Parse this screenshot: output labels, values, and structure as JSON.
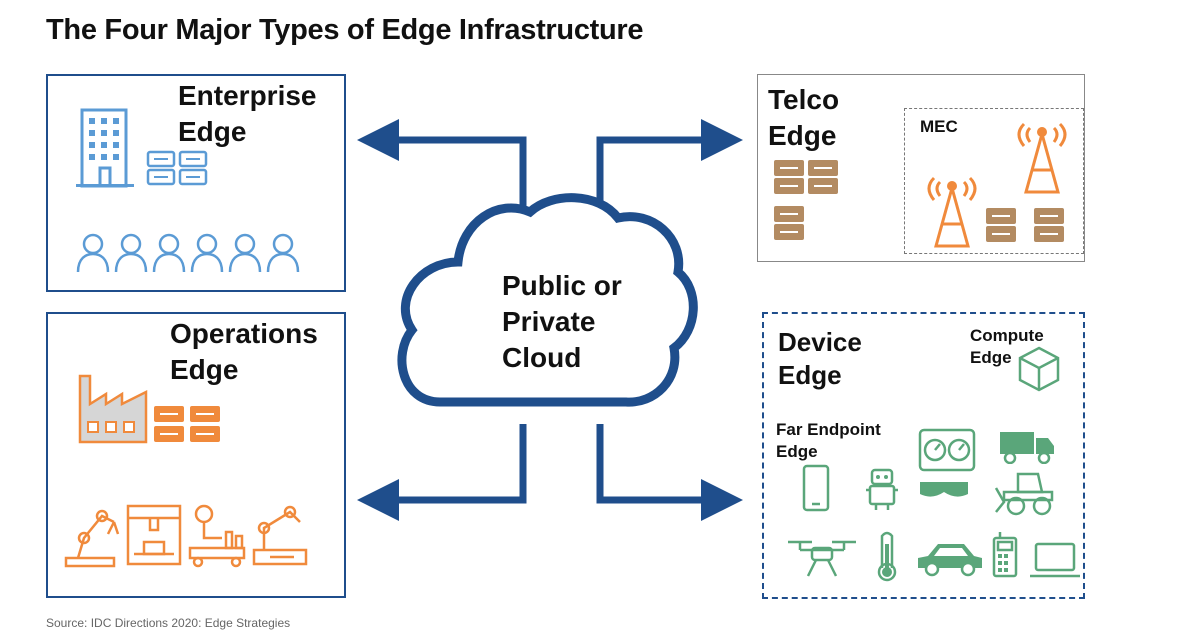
{
  "title": "The Four Major Types of Edge Infrastructure",
  "center": {
    "lines": [
      "Public or",
      "Private",
      "Cloud"
    ]
  },
  "quadrants": {
    "enterprise": {
      "lines": [
        "Enterprise",
        "Edge"
      ]
    },
    "operations": {
      "lines": [
        "Operations",
        "Edge"
      ]
    },
    "telco": {
      "lines": [
        "Telco",
        "Edge"
      ],
      "sub_label": "MEC"
    },
    "device": {
      "lines": [
        "Device",
        "Edge"
      ],
      "compute_lines": [
        "Compute",
        "Edge"
      ],
      "far_lines": [
        "Far Endpoint",
        "Edge"
      ]
    }
  },
  "source": "Source: IDC Directions 2020: Edge Strategies",
  "colors": {
    "blue": "#1f4e8c",
    "light_blue": "#5b9bd5",
    "orange": "#f08a3c",
    "green": "#5aa67a",
    "brown": "#b38b62"
  },
  "icons": {
    "enterprise": [
      "building-icon",
      "server-icon",
      "people-icon"
    ],
    "operations": [
      "factory-icon",
      "server-icon",
      "robot-arm-icon",
      "printer-3d-icon",
      "assembly-line-icon",
      "robot-arm-icon"
    ],
    "telco": [
      "server-icon",
      "cell-tower-icon"
    ],
    "device": [
      "package-icon",
      "gauge-icon",
      "truck-icon",
      "phone-icon",
      "robot-icon",
      "vr-headset-icon",
      "bulldozer-icon",
      "drone-icon",
      "thermometer-icon",
      "car-icon",
      "pos-terminal-icon",
      "laptop-icon"
    ]
  }
}
